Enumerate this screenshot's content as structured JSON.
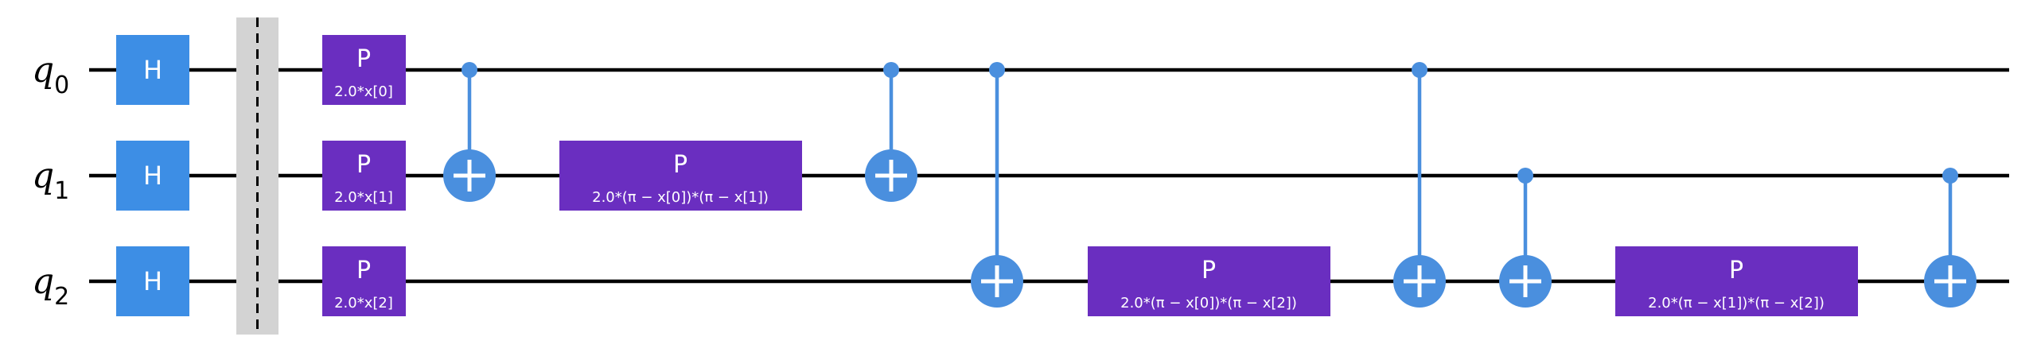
{
  "circuit": {
    "qubits": [
      {
        "label": "q",
        "index": "0"
      },
      {
        "label": "q",
        "index": "1"
      },
      {
        "label": "q",
        "index": "2"
      }
    ],
    "colors": {
      "hadamard": "#3d8ee5",
      "phase": "#6a2ec0",
      "cnot": "#4a8fde",
      "barrier": "#d3d3d3",
      "wire": "#000000"
    },
    "h_gates": [
      {
        "qubit": 0,
        "label": "H"
      },
      {
        "qubit": 1,
        "label": "H"
      },
      {
        "qubit": 2,
        "label": "H"
      }
    ],
    "barrier": {
      "qubits": [
        0,
        1,
        2
      ]
    },
    "p_gates": [
      {
        "qubit": 0,
        "label": "P",
        "param": "2.0*x[0]"
      },
      {
        "qubit": 1,
        "label": "P",
        "param": "2.0*x[1]"
      },
      {
        "qubit": 2,
        "label": "P",
        "param": "2.0*x[2]"
      },
      {
        "qubit": 1,
        "label": "P",
        "param": "2.0*(π − x[0])*(π − x[1])"
      },
      {
        "qubit": 2,
        "label": "P",
        "param": "2.0*(π − x[0])*(π − x[2])"
      },
      {
        "qubit": 2,
        "label": "P",
        "param": "2.0*(π − x[1])*(π − x[2])"
      }
    ],
    "cnots": [
      {
        "control": 0,
        "target": 1
      },
      {
        "control": 0,
        "target": 1
      },
      {
        "control": 0,
        "target": 2
      },
      {
        "control": 0,
        "target": 2
      },
      {
        "control": 1,
        "target": 2
      },
      {
        "control": 1,
        "target": 2
      }
    ]
  }
}
